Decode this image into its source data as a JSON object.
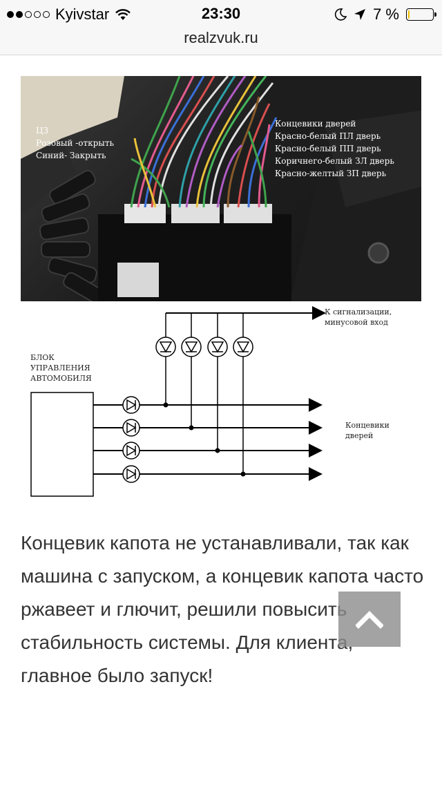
{
  "status_bar": {
    "carrier": "Kyivstar",
    "time": "23:30",
    "battery": "7 %",
    "battery_fraction": 0.07,
    "signal_dots": [
      true,
      true,
      false,
      false,
      false
    ]
  },
  "browser": {
    "url": "realzvuk.ru"
  },
  "photo": {
    "left_caption": [
      "ЦЗ",
      "Розовый -открыть",
      "Синий- Закрыть"
    ],
    "right_caption": [
      "Концевики дверей",
      "Красно-белый  ПЛ дверь",
      "Красно-белый  ПП дверь",
      "Коричнего-белый ЗЛ дверь",
      "Красно-желтый  ЗП дверь"
    ]
  },
  "diagram": {
    "block_label": [
      "БЛОК",
      "УПРАВЛЕНИЯ",
      "АВТОМОБИЛЯ"
    ],
    "alarm_label": [
      "К сигнализации,",
      "минусовой вход"
    ],
    "doors_label": [
      "Концевики",
      "дверей"
    ]
  },
  "article": {
    "text": "Концевик капота не устанавливали, так как машина с запуском, а концевик капота часто ржавеет и глючит, решили повысить стабильность системы. Для клиента, главное было запуск!"
  },
  "colors": {
    "status_bg": "#f7f7f7",
    "battery_low": "#f0c000",
    "text": "#333333",
    "scroll_button": "#8c8c8c"
  },
  "icons": {
    "wifi": "wifi-icon",
    "moon": "moon-icon",
    "location": "location-arrow-icon",
    "battery": "battery-icon",
    "scroll_top": "chevron-up-icon"
  }
}
